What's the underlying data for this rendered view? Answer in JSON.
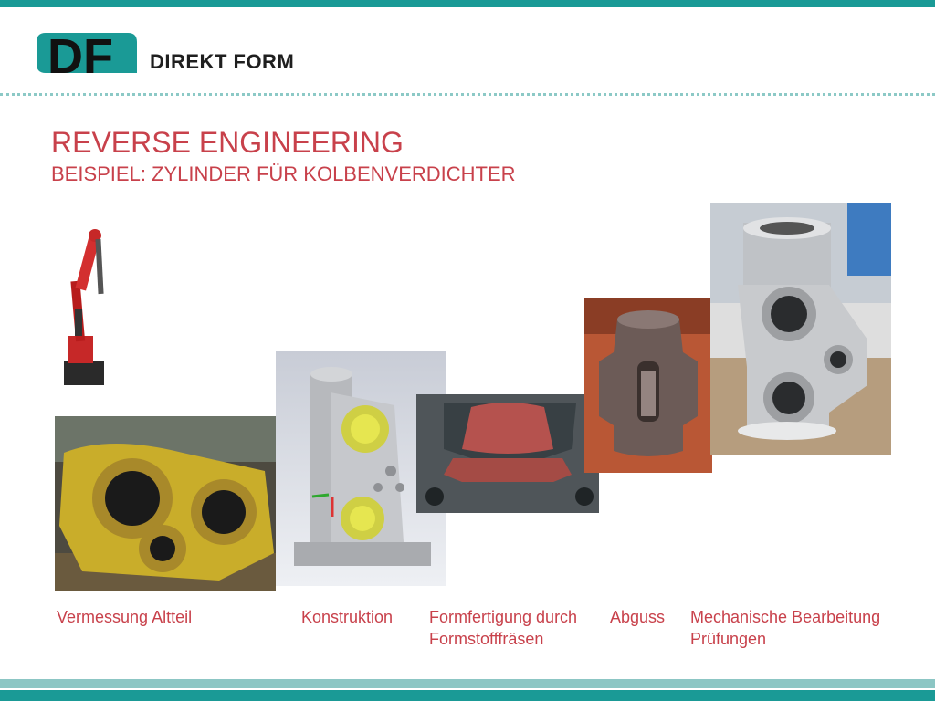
{
  "brand": {
    "logo_letters": "DF",
    "name": "DIREKT FORM"
  },
  "slide": {
    "title": "REVERSE ENGINEERING",
    "subtitle": "BEISPIEL: ZYLINDER FÜR KOLBENVERDICHTER"
  },
  "captions": {
    "measurement": "Vermessung Altteil",
    "design": "Konstruktion",
    "milling_line1": "Formfertigung durch",
    "milling_line2": "Formstofffräsen",
    "casting": "Abguss",
    "machining_line1": "Mechanische Bearbeitung",
    "machining_line2": "Prüfungen"
  },
  "colors": {
    "accent_teal": "#1a9a96",
    "title_red": "#c8414b"
  }
}
